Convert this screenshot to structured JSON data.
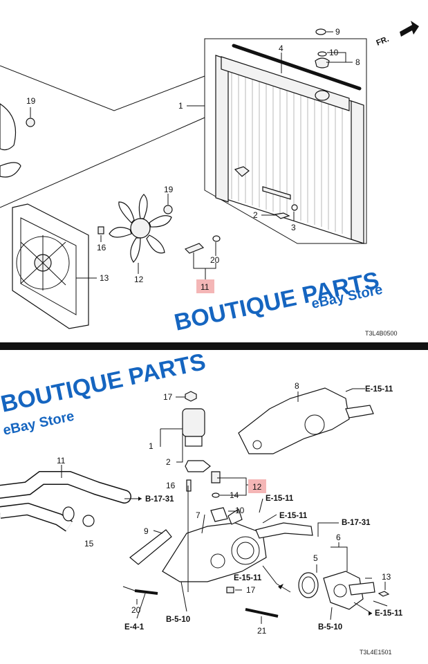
{
  "top": {
    "callouts": [
      "9",
      "4",
      "10",
      "8",
      "1",
      "19",
      "19",
      "16",
      "12",
      "13",
      "2",
      "3",
      "20",
      "11"
    ],
    "highlight": "11",
    "direction": "FR.",
    "watermark_title": "BOUTIQUE PARTS",
    "watermark_sub": "eBay Store",
    "diagram_code": "T3L4B0500"
  },
  "bottom": {
    "callouts": [
      "8",
      "17",
      "1",
      "2",
      "11",
      "16",
      "14",
      "12",
      "10",
      "7",
      "9",
      "15",
      "6",
      "5",
      "13",
      "17",
      "20",
      "21"
    ],
    "highlight": "12",
    "refs": {
      "e15_11_a": "E-15-11",
      "b17_31_a": "B-17-31",
      "e15_11_b": "E-15-11",
      "e15_11_c": "E-15-11",
      "b17_31_b": "B-17-31",
      "e15_11_d": "E-15-11",
      "e15_11_e": "E-15-11",
      "b5_10_a": "B-5-10",
      "e4_1": "E-4-1",
      "b5_10_b": "B-5-10"
    },
    "watermark_title": "BOUTIQUE PARTS",
    "watermark_sub": "eBay Store",
    "diagram_code": "T3L4E1501"
  },
  "colors": {
    "watermark": "#1565c0",
    "highlight_box": "#f4b6b6",
    "divider": "#111111"
  }
}
